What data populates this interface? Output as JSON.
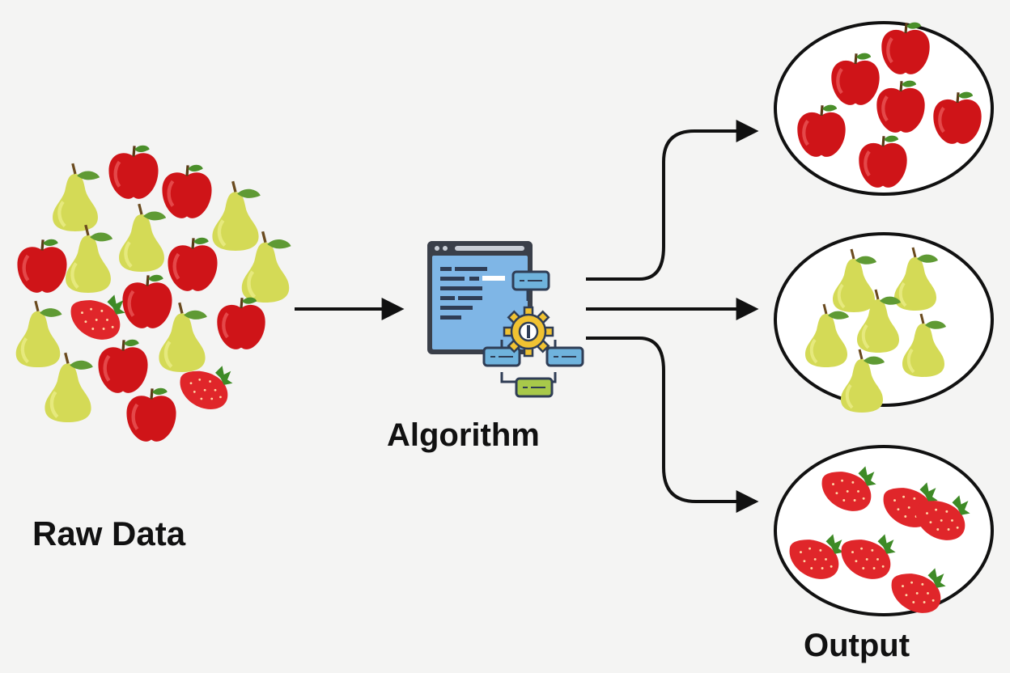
{
  "labels": {
    "raw": "Raw Data",
    "algorithm": "Algorithm",
    "output": "Output"
  },
  "colors": {
    "background": "#f4f4f3",
    "apple": "#d01417",
    "pear": "#d6dc5a",
    "strawberry": "#e0262a",
    "leaf": "#4a8f2a",
    "arrow": "#111111",
    "algorithm_screen": "#7fb6e6",
    "algorithm_frame": "#3a3f49",
    "algorithm_gear": "#f0c232",
    "algorithm_node": "#6fb3dd",
    "algorithm_output_node": "#a8c94a"
  },
  "icons": [
    "apple-icon",
    "pear-icon",
    "strawberry-icon",
    "algorithm-icon",
    "gear-icon"
  ]
}
